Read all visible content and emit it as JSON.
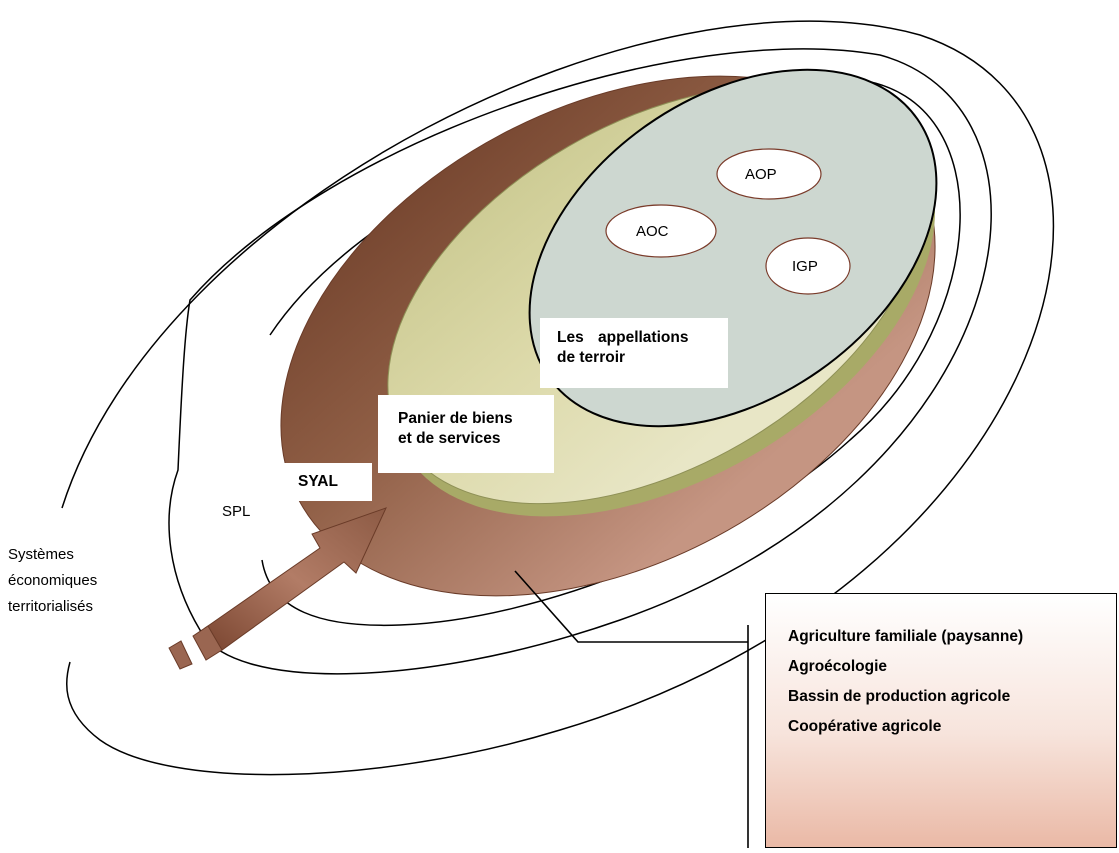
{
  "labels": {
    "appellations": [
      "Les appellations",
      "de terroir"
    ],
    "panier": [
      "Panier de biens",
      "et de services"
    ],
    "syal": "SYAL",
    "spl": "SPL",
    "systemes": [
      "Systèmes",
      "économiques",
      "territorialisés"
    ],
    "aop": "AOP",
    "aoc": "AOC",
    "igp": "IGP"
  },
  "legend": {
    "items": [
      "Agriculture familiale (paysanne)",
      "Agroécologie",
      "Bassin de production agricole",
      "Coopérative agricole"
    ]
  },
  "colors": {
    "brown_dark": "#7f4f37",
    "brown_light": "#c08e7b",
    "olive_light": "#e2dfb5",
    "olive_dark": "#b6b877",
    "grey_green": "#cfd8d2",
    "outline": "#000000"
  }
}
